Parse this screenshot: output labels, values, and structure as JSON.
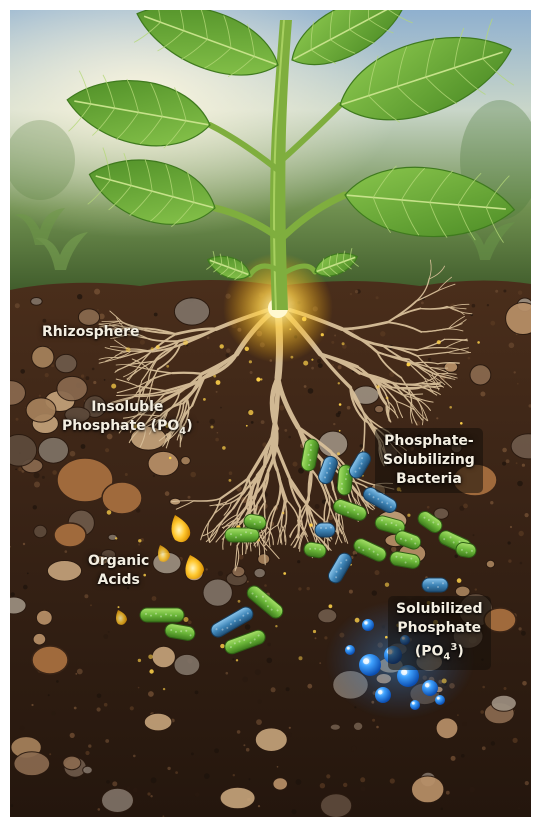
{
  "labels": {
    "rhizosphere": "Rhizosphere",
    "insoluble_phosphate": {
      "line1": "Insoluble",
      "line2": "Phosphate (PO",
      "sub": "4",
      "line2_end": ")"
    },
    "bacteria": {
      "line1": "Phosphate-",
      "line2": "Solubilizing",
      "line3": "Bacteria"
    },
    "organic_acids": {
      "line1": "Organic",
      "line2": "Acids"
    },
    "solubilized_phosphate": {
      "line1": "Solubilized",
      "line2": "Phosphate",
      "line3_start": "(PO",
      "sub": "4",
      "sup": "3",
      "line3_end": ")"
    }
  },
  "colors": {
    "sky_top": "#8fb0cf",
    "foliage_background": "#4f7a3a",
    "leaf": "#5d9b2e",
    "leaf_vein": "#c6e28a",
    "stem": "#7fae3e",
    "soil_dark": "#2a1a10",
    "soil_mid": "#4a2e1b",
    "root": "#d9c09a",
    "glow": "#ffd24a",
    "bacteria_green": "#6cb83a",
    "bacteria_blue": "#3f86b8",
    "phosphate_blue": "#2f8df0",
    "label_text": "#f4efe2"
  }
}
